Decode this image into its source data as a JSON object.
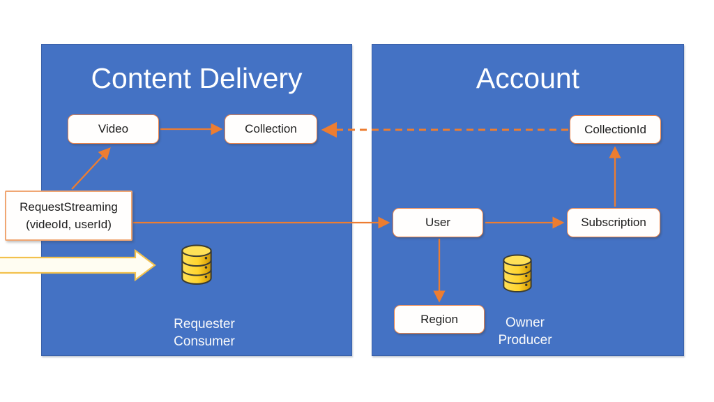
{
  "diagram": {
    "panels": [
      {
        "id": "content-delivery",
        "title": "Content Delivery",
        "caption": {
          "line1": "Requester",
          "line2": "Consumer"
        }
      },
      {
        "id": "account",
        "title": "Account",
        "caption": {
          "line1": "Owner",
          "line2": "Producer"
        }
      }
    ],
    "nodes": {
      "video": {
        "label": "Video"
      },
      "collection": {
        "label": "Collection"
      },
      "collection_id": {
        "label": "CollectionId"
      },
      "user": {
        "label": "User"
      },
      "subscription": {
        "label": "Subscription"
      },
      "region": {
        "label": "Region"
      },
      "request_streaming": {
        "line1": "RequestStreaming",
        "line2": "(videoId, userId)"
      }
    },
    "icons": [
      {
        "name": "database-icon",
        "panel": "content-delivery"
      },
      {
        "name": "database-icon",
        "panel": "account"
      }
    ],
    "connections": [
      {
        "from": "RequestStreaming (videoId, userId)",
        "to": "Video",
        "style": "solid"
      },
      {
        "from": "Video",
        "to": "Collection",
        "style": "solid"
      },
      {
        "from": "CollectionId",
        "to": "Collection",
        "style": "dashed"
      },
      {
        "from": "RequestStreaming (videoId, userId)",
        "to": "User",
        "style": "solid"
      },
      {
        "from": "User",
        "to": "Subscription",
        "style": "solid"
      },
      {
        "from": "Subscription",
        "to": "CollectionId",
        "style": "solid"
      },
      {
        "from": "User",
        "to": "Region",
        "style": "solid"
      }
    ],
    "colors": {
      "panel_blue": "#4472C4",
      "connector_orange": "#ED7D31",
      "box_border_orange": "#ED8449",
      "block_arrow_fill": "#FFFDF2",
      "block_arrow_stroke": "#F2C14E",
      "database_yellow": "#FFD42E"
    }
  }
}
